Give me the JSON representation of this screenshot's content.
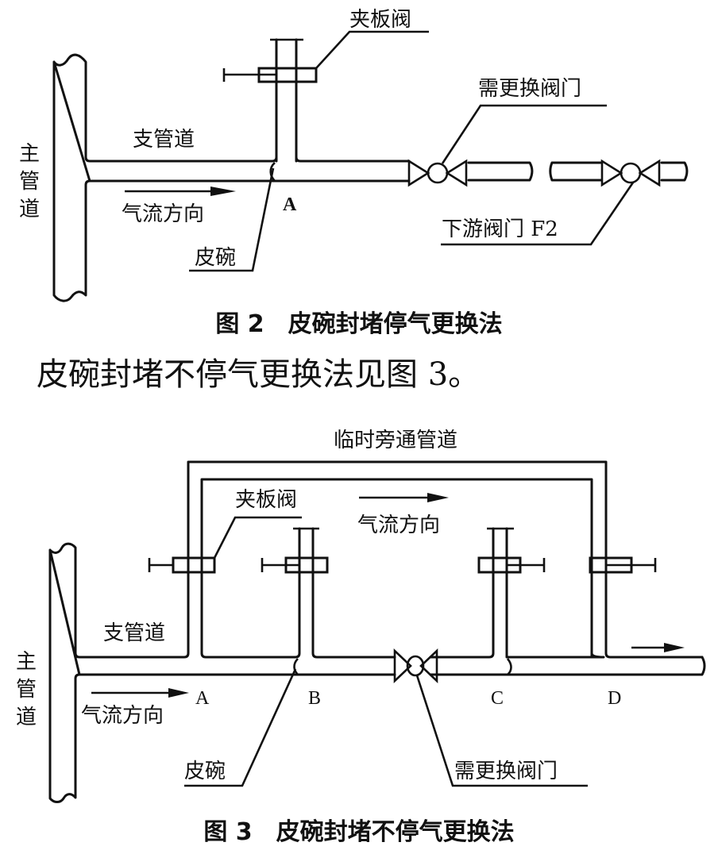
{
  "figure2": {
    "caption": "图 2　皮碗封堵停气更换法",
    "labels": {
      "main_pipe": [
        "主",
        "管",
        "道"
      ],
      "branch_pipe": "支管道",
      "wafer_valve": "夹板阀",
      "valve_to_replace": "需更换阀门",
      "downstream_valve": "下游阀门 F2",
      "flow_direction": "气流方向",
      "point_a": "A",
      "leather_cup": "皮碗"
    }
  },
  "body_text": "皮碗封堵不停气更换法见图 3。",
  "figure3": {
    "caption": "图 3　皮碗封堵不停气更换法",
    "labels": {
      "bypass_pipe": "临时旁通管道",
      "wafer_valve": "夹板阀",
      "flow_direction_top": "气流方向",
      "branch_pipe": "支管道",
      "main_pipe": [
        "主",
        "管",
        "道"
      ],
      "flow_direction_bottom": "气流方向",
      "points": [
        "A",
        "B",
        "C",
        "D"
      ],
      "leather_cup": "皮碗",
      "valve_to_replace": "需更换阀门"
    }
  }
}
